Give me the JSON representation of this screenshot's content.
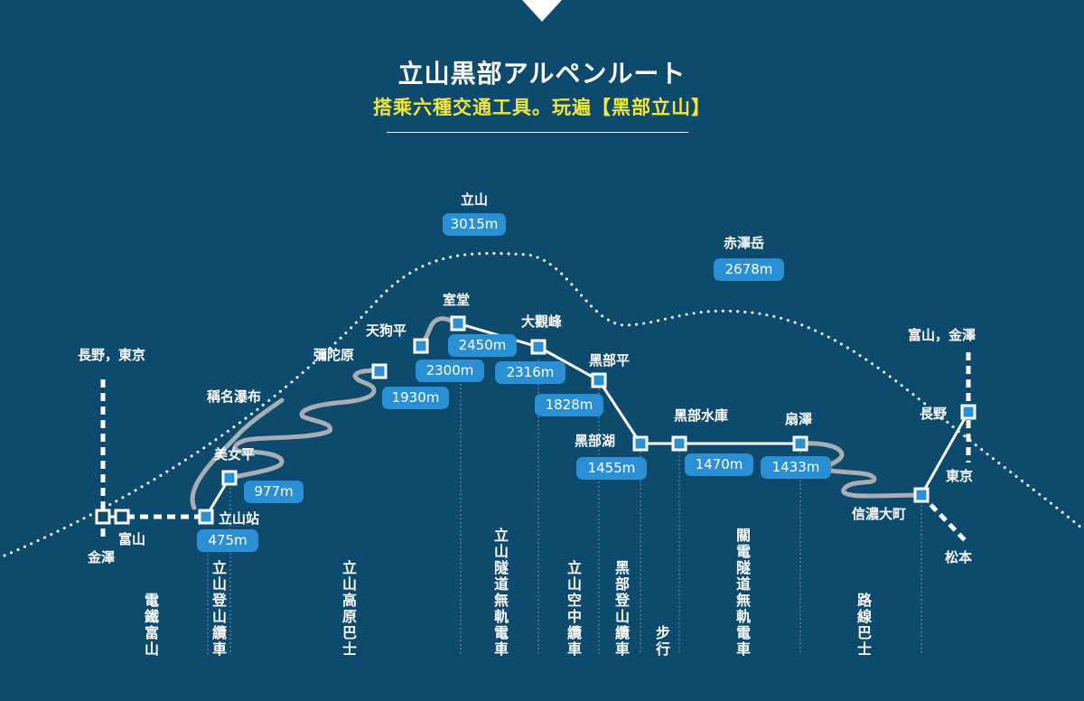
{
  "header": {
    "title": "立山黒部アルペンルート",
    "subtitle": "搭乘六種交通工具。玩遍【黑部立山】"
  },
  "peaks": [
    {
      "name": "立山",
      "elevation": "3015m"
    },
    {
      "name": "赤澤岳",
      "elevation": "2678m"
    }
  ],
  "stations": [
    {
      "name": "立山站",
      "elevation": "475m"
    },
    {
      "name": "美女平",
      "elevation": "977m"
    },
    {
      "name": "稱名瀑布"
    },
    {
      "name": "彌陀原",
      "elevation": "1930m"
    },
    {
      "name": "天狗平",
      "elevation": "2300m"
    },
    {
      "name": "室堂",
      "elevation": "2450m"
    },
    {
      "name": "大觀峰",
      "elevation": "2316m"
    },
    {
      "name": "黑部平",
      "elevation": "1828m"
    },
    {
      "name": "黑部湖",
      "elevation": "1455m"
    },
    {
      "name": "黑部水庫",
      "elevation": "1470m"
    },
    {
      "name": "扇澤",
      "elevation": "1433m"
    },
    {
      "name": "信濃大町"
    },
    {
      "name": "長野"
    }
  ],
  "connections": {
    "west_top": "長野，東京",
    "west_city1": "金澤",
    "west_city2": "富山",
    "east_top": "富山，金澤",
    "east_city": "東京",
    "east_south": "松本"
  },
  "transport": [
    "電鐵富山",
    "立山登山纜車",
    "立山高原巴士",
    "立山隧道無軌電車",
    "立山空中纜車",
    "黑部登山纜車",
    "步行",
    "關電隧道無軌電車",
    "路線巴士"
  ],
  "colors": {
    "background": "#0d4a6e",
    "badge": "#2a8fd3",
    "subtitle": "#f0e63c",
    "road": "#a8aeb3",
    "route": "#ffffff"
  }
}
